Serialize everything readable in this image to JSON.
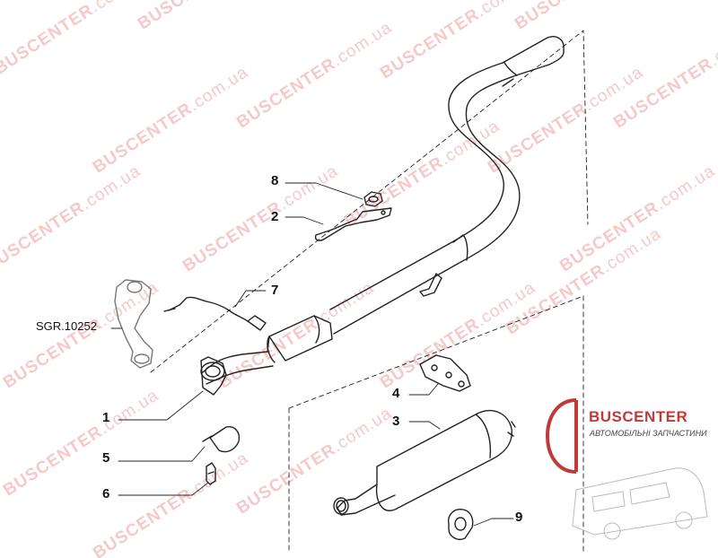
{
  "watermark": {
    "brand": "BUSCENTER",
    "domain": ".com.ua",
    "color": "#f6c9c9"
  },
  "callouts": [
    {
      "id": "1",
      "label": "1"
    },
    {
      "id": "2",
      "label": "2"
    },
    {
      "id": "3",
      "label": "3"
    },
    {
      "id": "4",
      "label": "4"
    },
    {
      "id": "5",
      "label": "5"
    },
    {
      "id": "6",
      "label": "6"
    },
    {
      "id": "7",
      "label": "7"
    },
    {
      "id": "8",
      "label": "8"
    },
    {
      "id": "9",
      "label": "9"
    }
  ],
  "reference": {
    "label": "SGR.10252"
  },
  "logo": {
    "name": "BUSCENTER",
    "slogan": "АВТОМОБІЛЬНІ ЗАПЧАСТИНИ",
    "accent": "#c03a3a"
  }
}
